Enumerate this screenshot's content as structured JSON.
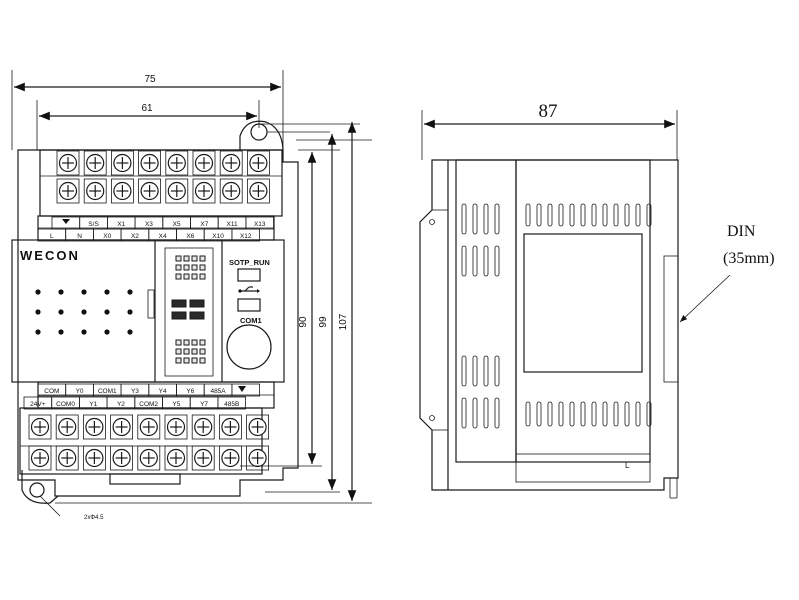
{
  "front_view": {
    "dim_overall_width": "75",
    "dim_hole_spacing": "61",
    "dim_height_90": "90",
    "dim_height_99": "99",
    "dim_height_107": "107",
    "hole_note": "2xΦ4.5",
    "brand": "WECON",
    "switch_label": "SOTP_RUN",
    "port_label": "COM1",
    "top_row1": [
      "",
      "S/S",
      "X1",
      "X3",
      "X5",
      "X7",
      "X11",
      "X13"
    ],
    "top_row2": [
      "L",
      "N",
      "X0",
      "X2",
      "X4",
      "X6",
      "X10",
      "X12"
    ],
    "bottom_row1": [
      "COM",
      "Y0",
      "COM1",
      "Y3",
      "Y4",
      "Y6",
      "485A",
      ""
    ],
    "bottom_row2": [
      "24V+",
      "COM0",
      "Y1",
      "Y2",
      "COM2",
      "Y5",
      "Y7",
      "485B"
    ]
  },
  "side_view": {
    "dim_depth": "87",
    "din_label_line1": "DIN",
    "din_label_line2": "(35mm)",
    "corner_mark": "L"
  }
}
